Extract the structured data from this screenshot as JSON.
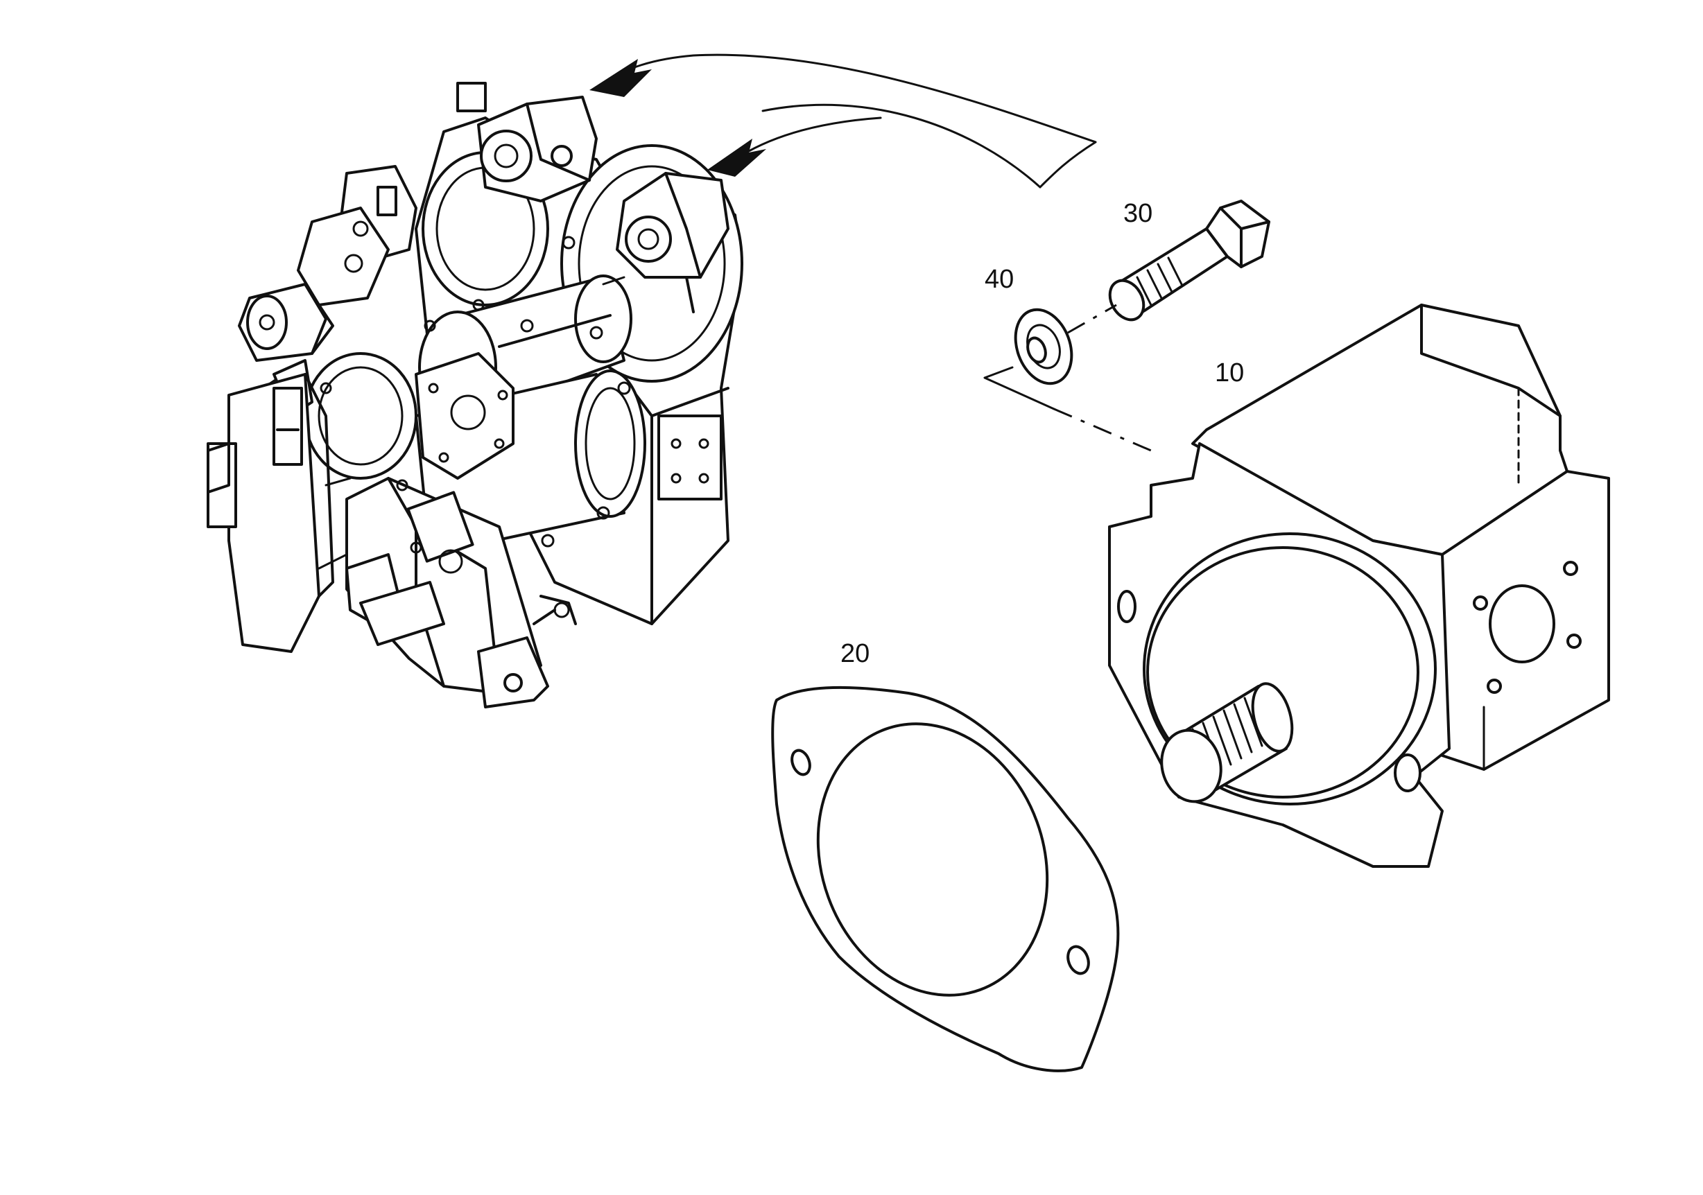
{
  "callouts": {
    "item_10": "10",
    "item_20": "20",
    "item_30": "30",
    "item_40": "40"
  }
}
